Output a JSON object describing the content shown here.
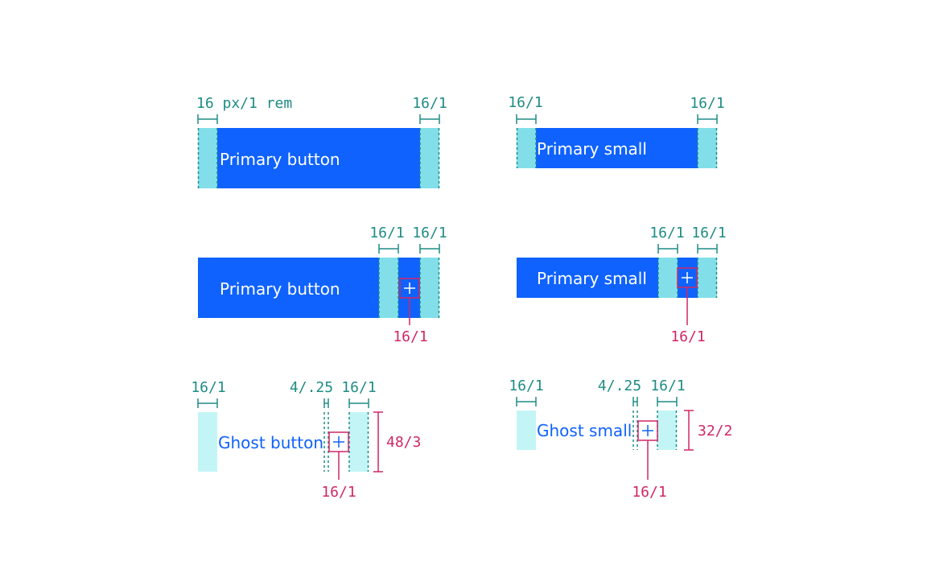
{
  "colors": {
    "primary": "#0f62fe",
    "padding_fill": "#82dfea",
    "ghost_padding_fill": "#c4f5f6",
    "spec_teal": "#1f8c85",
    "spec_magenta": "#d12765",
    "white": "#ffffff"
  },
  "icons": [
    "plus-icon"
  ],
  "examples": {
    "primary_default": {
      "label": "Primary button",
      "left_padding_spec": "16 px/1 rem",
      "right_padding_spec": "16/1"
    },
    "primary_small": {
      "label": "Primary small",
      "left_padding_spec": "16/1",
      "right_padding_spec": "16/1"
    },
    "primary_icon_default": {
      "label": "Primary button",
      "gap_spec": "16/1",
      "right_padding_spec": "16/1",
      "icon_spec": "16/1"
    },
    "primary_icon_small": {
      "label": "Primary small",
      "gap_spec": "16/1",
      "right_padding_spec": "16/1",
      "icon_spec": "16/1"
    },
    "ghost_default": {
      "label": "Ghost button",
      "left_padding_spec": "16/1",
      "gap_spec": "4/.25",
      "right_padding_spec": "16/1",
      "icon_spec": "16/1",
      "height_spec": "48/3"
    },
    "ghost_small": {
      "label": "Ghost small",
      "left_padding_spec": "16/1",
      "gap_spec": "4/.25",
      "right_padding_spec": "16/1",
      "icon_spec": "16/1",
      "height_spec": "32/2"
    }
  }
}
